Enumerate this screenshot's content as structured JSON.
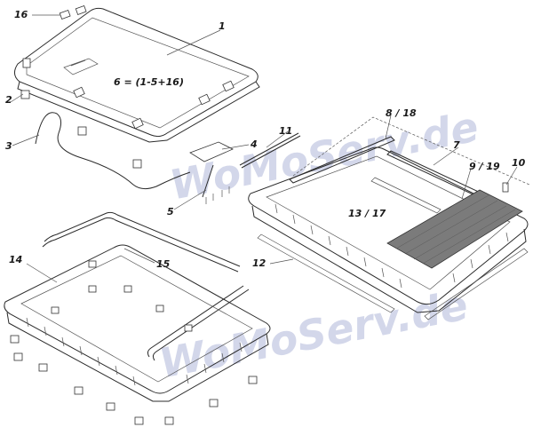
{
  "watermark": {
    "text": "WoMoServ.de",
    "color": "#d3d7ea"
  },
  "labels": {
    "l16": "16",
    "l1": "1",
    "l6": "6 = (1-5+16)",
    "l2": "2",
    "l3": "3",
    "l4": "4",
    "l5": "5",
    "l11": "11",
    "l818": "8 / 18",
    "l7": "7",
    "l919": "9 / 19",
    "l10": "10",
    "l1317": "13 / 17",
    "l12": "12",
    "l14": "14",
    "l15": "15"
  }
}
